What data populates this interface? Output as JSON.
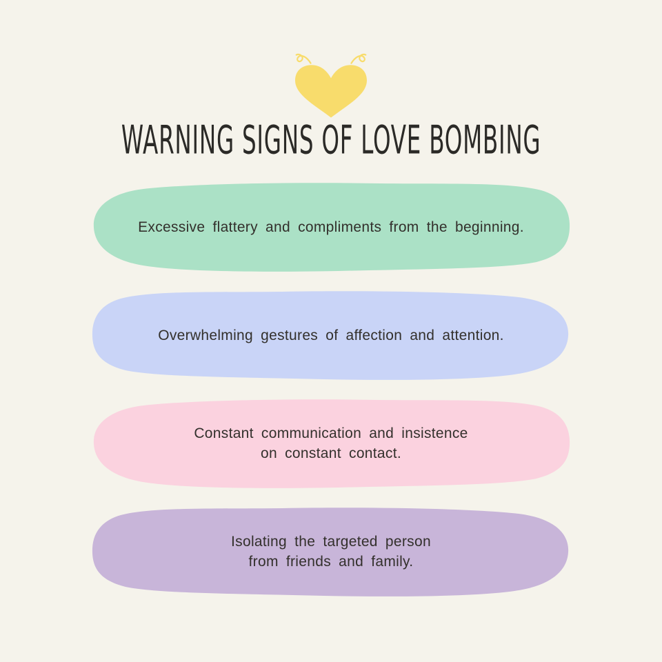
{
  "theme": {
    "background": "#F5F3EB",
    "title_color": "#2B2A27",
    "body_text_color": "#33302C",
    "heart_color": "#F8DC6C"
  },
  "heart": {
    "icon_name": "heart-with-curl-sparks-icon"
  },
  "title": "WARNING SIGNS OF LOVE BOMBING",
  "cards": [
    {
      "color": "#ABE1C6",
      "lines": [
        "Excessive flattery and compliments from the beginning."
      ]
    },
    {
      "color": "#C9D4F7",
      "lines": [
        "Overwhelming gestures of affection and attention."
      ]
    },
    {
      "color": "#FBD2DF",
      "lines": [
        "Constant communication and insistence",
        "on constant contact."
      ]
    },
    {
      "color": "#C8B5D9",
      "lines": [
        "Isolating the targeted person",
        "from friends and family."
      ]
    }
  ]
}
